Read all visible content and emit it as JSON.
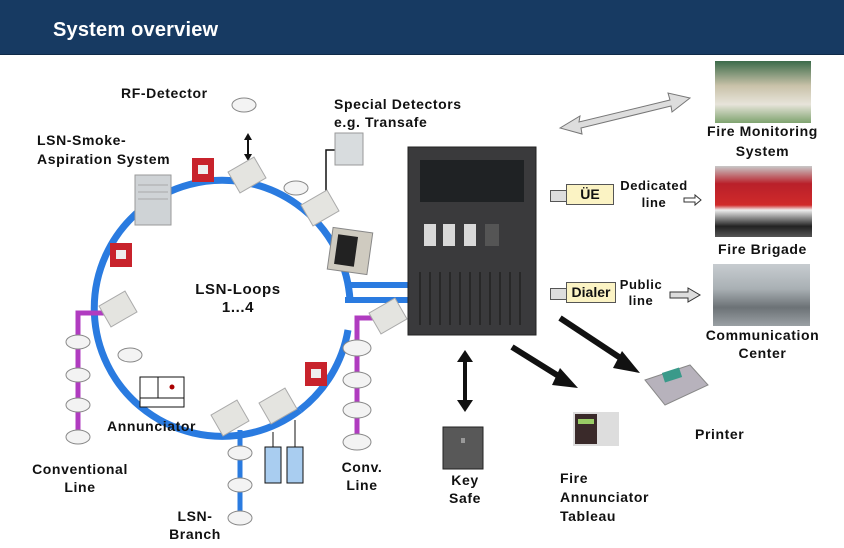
{
  "header": {
    "title": "System overview"
  },
  "colors": {
    "header_bg": "#173a62",
    "loop": "#2a7be0",
    "conventional": "#b03cc0",
    "box_fill": "#fbf3c4"
  },
  "labels": {
    "rf_detector": "RF-Detector",
    "special_detectors_1": "Special Detectors",
    "special_detectors_2": "e.g. Transafe",
    "smoke_aspiration_1": "LSN-Smoke-",
    "smoke_aspiration_2": "Aspiration System",
    "loops_1": "LSN-Loops",
    "loops_2": "1...4",
    "annunciator": "Annunciator",
    "conventional_1": "Conventional",
    "conventional_2": "Line",
    "conv_1": "Conv.",
    "conv_2": "Line",
    "branch_1": "LSN-",
    "branch_2": "Branch",
    "key_safe_1": "Key",
    "key_safe_2": "Safe",
    "tableau_1": "Fire",
    "tableau_2": "Annunciator",
    "tableau_3": "Tableau",
    "printer": "Printer",
    "monitoring_1": "Fire Monitoring",
    "monitoring_2": "System",
    "brigade": "Fire Brigade",
    "comm_1": "Communication",
    "comm_2": "Center",
    "dedicated_1": "Dedicated",
    "dedicated_2": "line",
    "public_1": "Public",
    "public_2": "line",
    "ue_box": "ÜE",
    "dialer_box": "Dialer"
  }
}
